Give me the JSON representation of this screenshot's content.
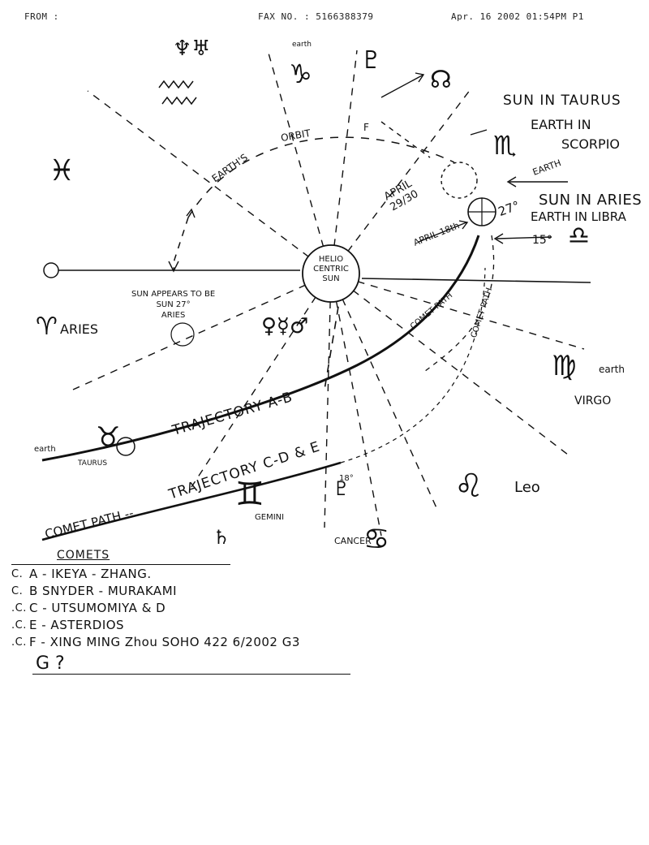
{
  "fax_header": {
    "from": "FROM :",
    "fax_no": "FAX NO. : 5166388379",
    "date": "Apr. 16 2002 01:54PM P1"
  },
  "labels": {
    "helio": [
      "HELIO",
      "CENTRIC",
      "SUN"
    ],
    "earths_orbit": "EARTH'S",
    "orbit": "ORBIT",
    "sun_in_taurus": "SUN IN TAURUS",
    "earth_in": "EARTH IN",
    "scorpio": "SCORPIO",
    "earth_arrow": "EARTH",
    "sun_in_aries": "SUN IN ARIES",
    "earth_in_libra": "EARTH IN LIBRA",
    "deg_15": "15°",
    "deg_27": "27°",
    "april_2930": [
      "APRIL",
      "29/30"
    ],
    "april_18th": "APRIL 18th",
    "sun_appears": [
      "SUN APPEARS TO BE",
      "SUN 27°",
      "ARIES"
    ],
    "aries": "ARIES",
    "comet_path_1": "COMET PATH",
    "comet_path_2": "COMET PATH",
    "virgo": "VIRGO",
    "earth_virgo": "earth",
    "leo": "Leo",
    "cancer": "CANCER",
    "gemini": "GEMINI",
    "taurus": "TAURUS",
    "earth_taurus": "earth",
    "trajectory_ab": "TRAJECTORY A-B",
    "trajectory_cde": "TRAJECTORY C-D & E",
    "comet_path_cd": "COMET PATH --",
    "earth_top": "earth",
    "f_label": "F",
    "deg_18": "18°"
  },
  "comets": {
    "heading": "COMETS",
    "rows": [
      {
        "mark": "C.",
        "text": "A - IKEYA - ZHANG."
      },
      {
        "mark": "C.",
        "text": "B SNYDER - MURAKAMI"
      },
      {
        "mark": ".C.",
        "text": "C - UTSUMOMIYA & D"
      },
      {
        "mark": ".C.",
        "text": "E - ASTERDIOS"
      },
      {
        "mark": ".C.",
        "text": "F - XING MING Zhou   SOHO 422   6/2002 G3"
      }
    ],
    "g_line": "G ?"
  },
  "colors": {
    "ink": "#111111",
    "paper": "#ffffff"
  }
}
